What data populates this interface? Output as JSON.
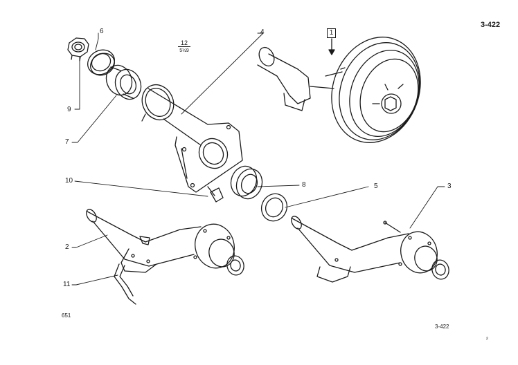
{
  "sheet": {
    "ref_top": "3-422",
    "ref_bottom": "3-422",
    "figure_no": "651",
    "corner_mark": "²"
  },
  "callouts": {
    "c1": "1",
    "c2": "2",
    "c3": "3",
    "c4": "4",
    "c5": "5",
    "c6": "6",
    "c7": "7",
    "c8": "8",
    "c9": "9",
    "c10": "10",
    "c11": "11"
  },
  "fraction": {
    "numerator": "12",
    "denominator": "5½9"
  },
  "parts": [
    "hex-nut",
    "seal-washer",
    "bearing-7",
    "stub-axle-housing",
    "brake-drum-assembly",
    "bearing-8",
    "seal-5",
    "bolt-10",
    "stub-axle-left",
    "stub-axle-right",
    "brake-pipe-11"
  ]
}
